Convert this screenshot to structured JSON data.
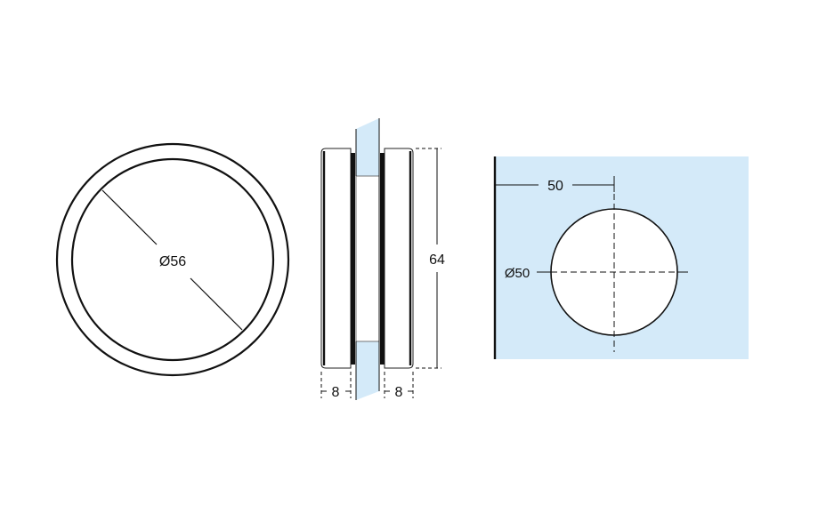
{
  "colors": {
    "glass": "#d4eaf9",
    "line": "#111111"
  },
  "front_view": {
    "diameter_label": "Ø56"
  },
  "side_view": {
    "height_label": "64",
    "left_thickness_label": "8",
    "right_thickness_label": "8"
  },
  "glass_view": {
    "offset_label": "50",
    "hole_diameter_label": "Ø50"
  }
}
